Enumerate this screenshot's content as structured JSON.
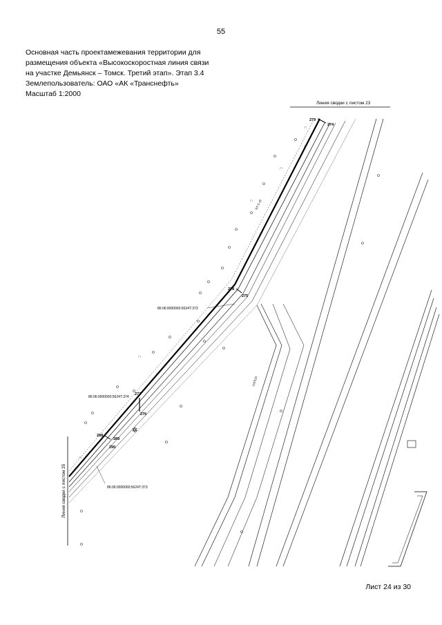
{
  "page_number": "55",
  "header": {
    "lines": [
      "Основная часть проектамежевания территории для",
      "размещения объекта «Высокоскоростная линия связи",
      "на участке Демьянск – Томск. Третий этап». Этап 3.4",
      "Землепользователь: ОАО «АК «Транснефть»",
      "Масштаб 1:2000"
    ]
  },
  "map": {
    "top_link_label": "Линия сводки с листом 23",
    "left_link_label": "Линия сводки с листом 25",
    "cadastral_1": "86:06:0000000:5624Т:373",
    "cadastral_2": "86:06:0000000:5624Т:374",
    "cadastral_3": "86:06:0000000:5624Т:373",
    "points": {
      "p279": "279",
      "p274": "274",
      "p278": "278",
      "p275": "275",
      "p277": "277",
      "p276": "276",
      "p288": "288",
      "p289": "289",
      "p290": "290"
    }
  },
  "sheet_label": "Лист 24 из 30"
}
